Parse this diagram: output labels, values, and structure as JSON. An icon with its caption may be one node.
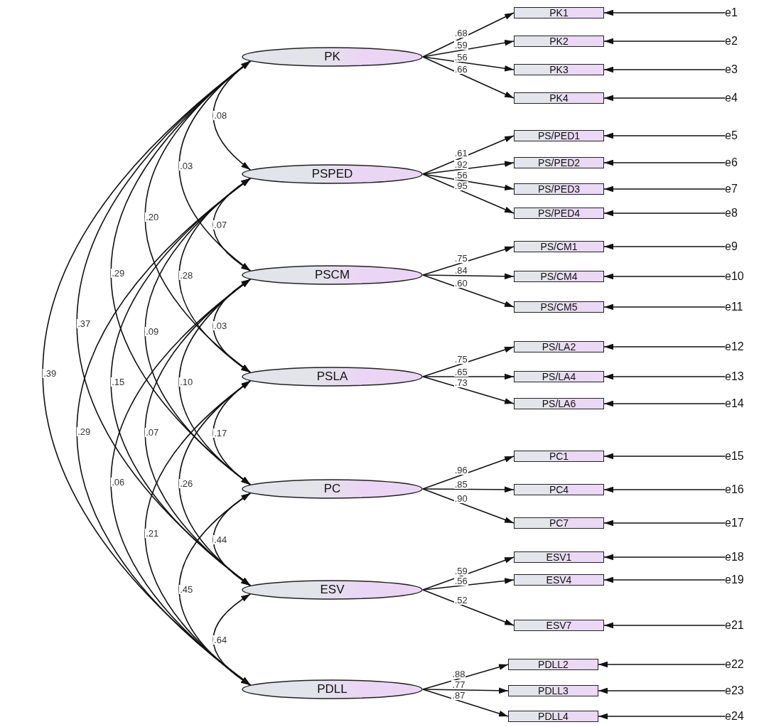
{
  "diagram": {
    "nodes": [
      {
        "text": [
          "PK"
        ]
      },
      {
        "text": [
          "PSPED"
        ]
      },
      {
        "text": [
          "PSCM"
        ]
      },
      {
        "text": [
          "PSLA"
        ]
      },
      {
        "text": [
          "PC"
        ]
      },
      {
        "text": [
          "ESV"
        ]
      },
      {
        "text": [
          "PDLL"
        ]
      },
      {
        "text": [
          "PK1"
        ]
      },
      {
        "text": [
          "PK2"
        ]
      },
      {
        "text": [
          "PK3"
        ]
      },
      {
        "text": [
          "PK4"
        ]
      },
      {
        "text": [
          "PS/PED1"
        ]
      },
      {
        "text": [
          "PS/PED2"
        ]
      },
      {
        "text": [
          "PS/PED3"
        ]
      },
      {
        "text": [
          "PS/PED4"
        ]
      },
      {
        "text": [
          "PS/CM1"
        ]
      },
      {
        "text": [
          "PS/CM4"
        ]
      },
      {
        "text": [
          "PS/CM5"
        ]
      },
      {
        "text": [
          "PS/LA2"
        ]
      },
      {
        "text": [
          "PS/LA4"
        ]
      },
      {
        "text": [
          "PS/LA6"
        ]
      },
      {
        "text": [
          "PC1"
        ]
      },
      {
        "text": [
          "PC4"
        ]
      },
      {
        "text": [
          "PC7"
        ]
      },
      {
        "text": [
          "ESV1"
        ]
      },
      {
        "text": [
          "ESV4"
        ]
      },
      {
        "text": [
          "ESV7"
        ]
      },
      {
        "text": [
          "PDLL2"
        ]
      },
      {
        "text": [
          "PDLL3"
        ]
      },
      {
        "text": [
          "PDLL4"
        ]
      },
      {
        "text": [
          "e1"
        ]
      },
      {
        "text": [
          "e2"
        ]
      },
      {
        "text": [
          "e3"
        ]
      },
      {
        "text": [
          "e4"
        ]
      },
      {
        "text": [
          "e5"
        ]
      },
      {
        "text": [
          "e6"
        ]
      },
      {
        "text": [
          "e7"
        ]
      },
      {
        "text": [
          "e8"
        ]
      },
      {
        "text": [
          "e9"
        ]
      },
      {
        "text": [
          "e10"
        ]
      },
      {
        "text": [
          "e11"
        ]
      },
      {
        "text": [
          "e12"
        ]
      },
      {
        "text": [
          "e13"
        ]
      },
      {
        "text": [
          "e14"
        ]
      },
      {
        "text": [
          "e15"
        ]
      },
      {
        "text": [
          "e16"
        ]
      },
      {
        "text": [
          "e17"
        ]
      },
      {
        "text": [
          "e18"
        ]
      },
      {
        "text": [
          "e19"
        ]
      },
      {
        "text": [
          "e21"
        ]
      },
      {
        "text": [
          "e22"
        ]
      },
      {
        "text": [
          "e23"
        ]
      },
      {
        "text": [
          "e24"
        ]
      }
    ],
    "edges": [
      {
        "from": 0,
        "to": 1,
        "arrow": "both",
        "label": ".08"
      },
      {
        "from": 0,
        "to": 2,
        "arrow": "both",
        "label": ".03"
      },
      {
        "from": 0,
        "to": 3,
        "arrow": "both",
        "label": ".20"
      },
      {
        "from": 0,
        "to": 4,
        "arrow": "both",
        "label": ".29"
      },
      {
        "from": 0,
        "to": 5,
        "arrow": "both",
        "label": ".37"
      },
      {
        "from": 0,
        "to": 6,
        "arrow": "both",
        "label": ".39"
      },
      {
        "from": 1,
        "to": 2,
        "arrow": "both",
        "label": ".07"
      },
      {
        "from": 1,
        "to": 3,
        "arrow": "both",
        "label": ".28"
      },
      {
        "from": 1,
        "to": 4,
        "arrow": "both",
        "label": ".09"
      },
      {
        "from": 1,
        "to": 5,
        "arrow": "both",
        "label": ".15"
      },
      {
        "from": 1,
        "to": 6,
        "arrow": "both",
        "label": ".29"
      },
      {
        "from": 2,
        "to": 3,
        "arrow": "both",
        "label": ".03"
      },
      {
        "from": 2,
        "to": 4,
        "arrow": "both",
        "label": ".10"
      },
      {
        "from": 2,
        "to": 5,
        "arrow": "both",
        "label": ".07"
      },
      {
        "from": 2,
        "to": 6,
        "arrow": "both",
        "label": ".06"
      },
      {
        "from": 3,
        "to": 4,
        "arrow": "both",
        "label": ".17"
      },
      {
        "from": 3,
        "to": 5,
        "arrow": "both",
        "label": ".26"
      },
      {
        "from": 3,
        "to": 6,
        "arrow": "both",
        "label": ".21"
      },
      {
        "from": 4,
        "to": 5,
        "arrow": "both",
        "label": ".44"
      },
      {
        "from": 4,
        "to": 6,
        "arrow": "both",
        "label": ".45"
      },
      {
        "from": 5,
        "to": 6,
        "arrow": "both",
        "label": ".64"
      },
      {
        "from": 0,
        "to": 7,
        "arrow": "to",
        "label": ".68"
      },
      {
        "from": 0,
        "to": 8,
        "arrow": "to",
        "label": ".59"
      },
      {
        "from": 0,
        "to": 9,
        "arrow": "to",
        "label": ".56"
      },
      {
        "from": 0,
        "to": 10,
        "arrow": "to",
        "label": ".66"
      },
      {
        "from": 1,
        "to": 11,
        "arrow": "to",
        "label": ".61"
      },
      {
        "from": 1,
        "to": 12,
        "arrow": "to",
        "label": ".92"
      },
      {
        "from": 1,
        "to": 13,
        "arrow": "to",
        "label": ".56"
      },
      {
        "from": 1,
        "to": 14,
        "arrow": "to",
        "label": ".95"
      },
      {
        "from": 2,
        "to": 15,
        "arrow": "to",
        "label": ".75"
      },
      {
        "from": 2,
        "to": 16,
        "arrow": "to",
        "label": ".84"
      },
      {
        "from": 2,
        "to": 17,
        "arrow": "to",
        "label": ".60"
      },
      {
        "from": 3,
        "to": 18,
        "arrow": "to",
        "label": ".75"
      },
      {
        "from": 3,
        "to": 19,
        "arrow": "to",
        "label": ".65"
      },
      {
        "from": 3,
        "to": 20,
        "arrow": "to",
        "label": ".73"
      },
      {
        "from": 4,
        "to": 21,
        "arrow": "to",
        "label": ".96"
      },
      {
        "from": 4,
        "to": 22,
        "arrow": "to",
        "label": ".85"
      },
      {
        "from": 4,
        "to": 23,
        "arrow": "to",
        "label": ".90"
      },
      {
        "from": 5,
        "to": 24,
        "arrow": "to",
        "label": ".59"
      },
      {
        "from": 5,
        "to": 25,
        "arrow": "to",
        "label": ".56"
      },
      {
        "from": 5,
        "to": 26,
        "arrow": "to",
        "label": ".52"
      },
      {
        "from": 6,
        "to": 27,
        "arrow": "to",
        "label": ".88"
      },
      {
        "from": 6,
        "to": 28,
        "arrow": "to",
        "label": ".77"
      },
      {
        "from": 6,
        "to": 29,
        "arrow": "to",
        "label": ".87"
      },
      {
        "from": 30,
        "to": 7,
        "arrow": "to"
      },
      {
        "from": 31,
        "to": 8,
        "arrow": "to"
      },
      {
        "from": 32,
        "to": 9,
        "arrow": "to"
      },
      {
        "from": 33,
        "to": 10,
        "arrow": "to"
      },
      {
        "from": 34,
        "to": 11,
        "arrow": "to"
      },
      {
        "from": 35,
        "to": 12,
        "arrow": "to"
      },
      {
        "from": 36,
        "to": 13,
        "arrow": "to"
      },
      {
        "from": 37,
        "to": 14,
        "arrow": "to"
      },
      {
        "from": 38,
        "to": 15,
        "arrow": "to"
      },
      {
        "from": 39,
        "to": 16,
        "arrow": "to"
      },
      {
        "from": 40,
        "to": 17,
        "arrow": "to"
      },
      {
        "from": 41,
        "to": 18,
        "arrow": "to"
      },
      {
        "from": 42,
        "to": 19,
        "arrow": "to"
      },
      {
        "from": 43,
        "to": 20,
        "arrow": "to"
      },
      {
        "from": 44,
        "to": 21,
        "arrow": "to"
      },
      {
        "from": 45,
        "to": 22,
        "arrow": "to"
      },
      {
        "from": 46,
        "to": 23,
        "arrow": "to"
      },
      {
        "from": 47,
        "to": 24,
        "arrow": "to"
      },
      {
        "from": 48,
        "to": 25,
        "arrow": "to"
      },
      {
        "from": 49,
        "to": 26,
        "arrow": "to"
      },
      {
        "from": 50,
        "to": 27,
        "arrow": "to"
      },
      {
        "from": 51,
        "to": 28,
        "arrow": "to"
      },
      {
        "from": 52,
        "to": 29,
        "arrow": "to"
      }
    ]
  }
}
